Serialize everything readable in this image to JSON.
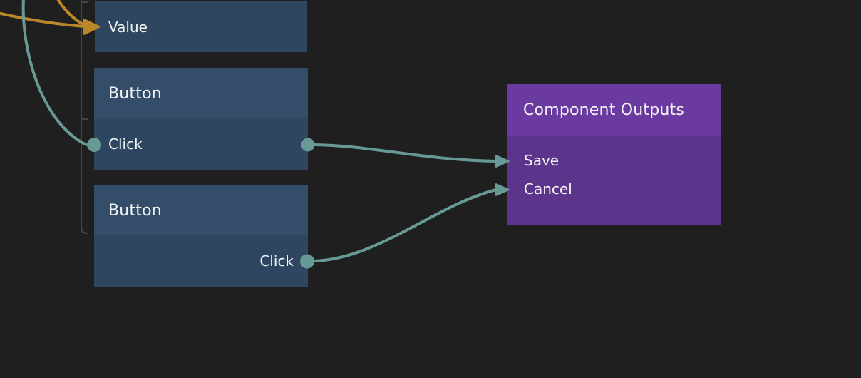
{
  "colors": {
    "background": "#1f1f20",
    "node_blue_header": "#344e6a",
    "node_blue_body": "#2e4660",
    "node_purple_header": "#6a3aa0",
    "node_purple_body": "#5d348c",
    "wire_teal": "#679a94",
    "wire_orange": "#bb872b",
    "guide_gray": "#464646",
    "text": "#f3f3f3"
  },
  "nodes": {
    "value": {
      "row_label": "Value"
    },
    "button_top": {
      "title": "Button",
      "output_label": "Click"
    },
    "button_bottom": {
      "title": "Button",
      "output_label": "Click"
    },
    "component_outputs": {
      "title": "Component Outputs",
      "inputs": [
        "Save",
        "Cancel"
      ]
    }
  },
  "connections": [
    {
      "from": "offscreen-left",
      "to": "value.Value",
      "color": "orange"
    },
    {
      "from": "offscreen-top",
      "to": "value.Value",
      "color": "orange"
    },
    {
      "from": "offscreen-top-left",
      "to": "button_top.Click input port",
      "color": "teal"
    },
    {
      "from": "button_top.Click",
      "to": "component_outputs.Save",
      "color": "teal"
    },
    {
      "from": "button_bottom.Click",
      "to": "component_outputs.Cancel",
      "color": "teal"
    }
  ]
}
